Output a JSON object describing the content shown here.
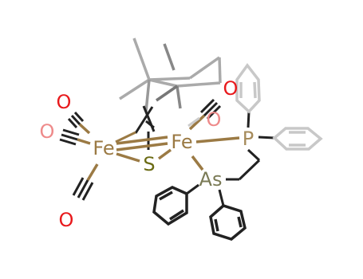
{
  "molecule": {
    "atoms": {
      "fe_left": "Fe",
      "fe_right": "Fe",
      "sulfur": "S",
      "phosphorus": "P",
      "arsenic": "As",
      "o_top_left": "O",
      "o_left": "O",
      "o_bottom_left": "O",
      "o_top_right": "O",
      "o_right_faded": "O"
    },
    "colors": {
      "iron": "#9b7a44",
      "sulfur": "#6b6b14",
      "phosphorus": "#a68b5b",
      "arsenic": "#7a7a55",
      "oxygen": "#e8191c",
      "oxygen_faded": "#ee8a8a",
      "bond_dark": "#222222",
      "bond_gray": "#888888",
      "bond_light": "#c8c8c8"
    }
  }
}
